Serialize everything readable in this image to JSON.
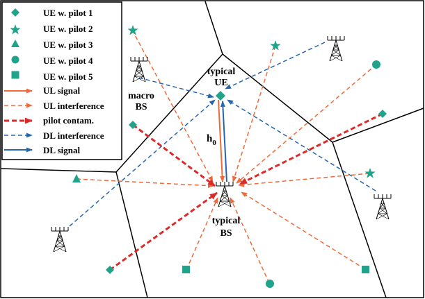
{
  "colors": {
    "marker": "#1fa38a",
    "orange": "#ee6a3a",
    "red": "#dc2a2a",
    "blue": "#2566ad",
    "edge": "#000000"
  },
  "legend": {
    "items": [
      {
        "marker": "diamond",
        "label": "UE w. pilot 1"
      },
      {
        "marker": "star",
        "label": "UE w. pilot 2"
      },
      {
        "marker": "triangle",
        "label": "UE w. pilot 3"
      },
      {
        "marker": "circle",
        "label": "UE w. pilot 4"
      },
      {
        "marker": "square",
        "label": "UE w. pilot 5"
      },
      {
        "line": "ul-signal",
        "label": "UL signal"
      },
      {
        "line": "ul-interference",
        "label": "UL interference"
      },
      {
        "line": "pilot-contam",
        "label": "pilot contam."
      },
      {
        "line": "dl-interference",
        "label": "DL interference"
      },
      {
        "line": "dl-signal",
        "label": "DL signal"
      }
    ]
  },
  "labels": {
    "typical_ue_line1": "typical",
    "typical_ue_line2": "UE",
    "macro_bs_line1": "macro",
    "macro_bs_line2": "BS",
    "typical_bs_line1": "typical",
    "typical_bs_line2": "BS",
    "h0_main": "h",
    "h0_sub": "0"
  }
}
